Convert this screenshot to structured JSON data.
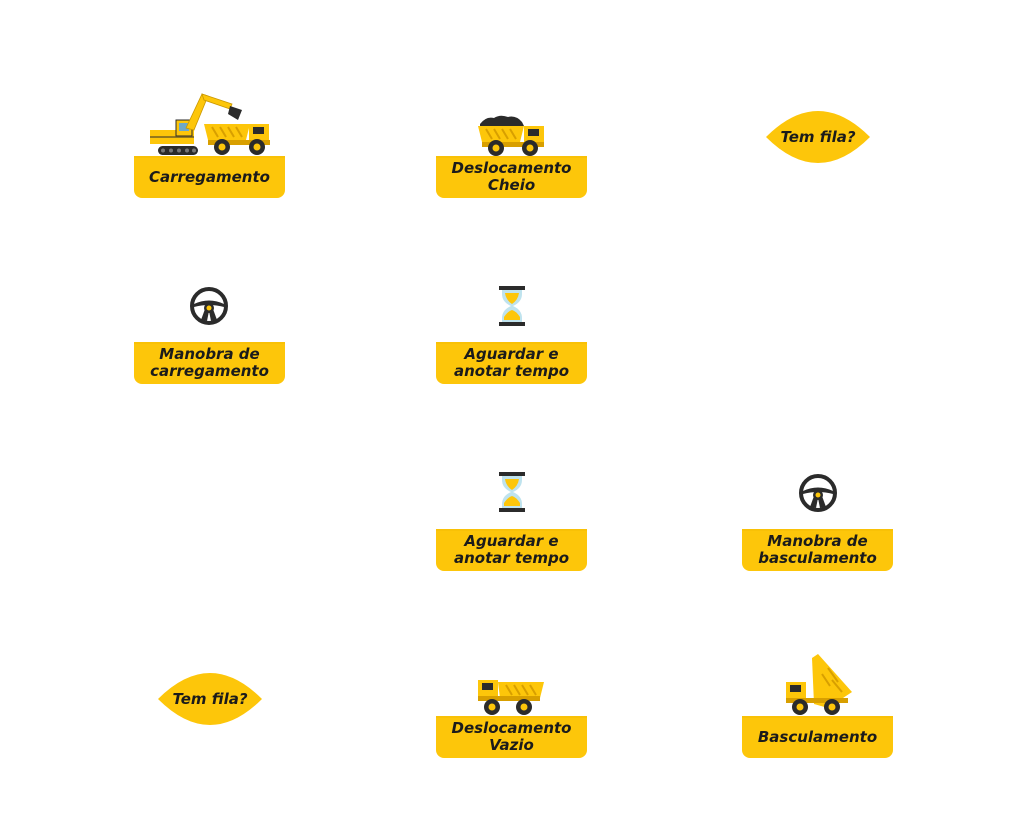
{
  "colors": {
    "accent": "#FDC60A",
    "text": "#1b1b1b",
    "dark": "#2b2b2b"
  },
  "nodes": {
    "carregamento": {
      "label": "Carregamento",
      "icon": "excavator-loading-truck-icon"
    },
    "deslocamento_cheio": {
      "line1": "Deslocamento",
      "line2": "Cheio",
      "icon": "loaded-dump-truck-icon"
    },
    "tem_fila_1": {
      "label": "Tem fila?"
    },
    "manobra_carregamento": {
      "line1": "Manobra de",
      "line2": "carregamento",
      "icon": "steering-wheel-icon"
    },
    "aguardar_1": {
      "line1": "Aguardar e",
      "line2": "anotar tempo",
      "icon": "hourglass-icon"
    },
    "aguardar_2": {
      "line1": "Aguardar e",
      "line2": "anotar tempo",
      "icon": "hourglass-icon"
    },
    "manobra_basculamento": {
      "line1": "Manobra de",
      "line2": "basculamento",
      "icon": "steering-wheel-icon"
    },
    "tem_fila_2": {
      "label": "Tem fila?"
    },
    "deslocamento_vazio": {
      "line1": "Deslocamento",
      "line2": "Vazio",
      "icon": "empty-dump-truck-icon"
    },
    "basculamento": {
      "label": "Basculamento",
      "icon": "tipping-dump-truck-icon"
    }
  }
}
